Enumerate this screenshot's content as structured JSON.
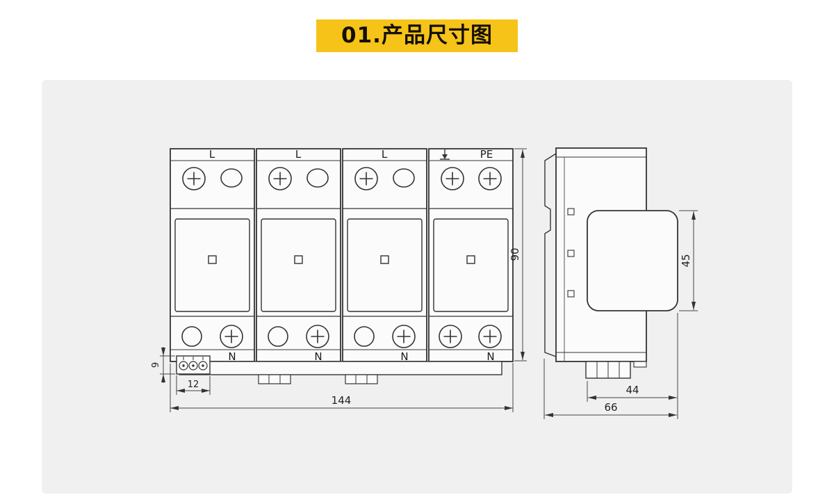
{
  "banner": {
    "title": "01.产品尺寸图"
  },
  "front_view": {
    "top_labels": [
      "L",
      "L",
      "L"
    ],
    "pe_label": "PE",
    "n_labels": [
      "N",
      "N",
      "N",
      "N"
    ],
    "dims": {
      "total_width": "144",
      "total_height": "90",
      "terminal_block_height": "9",
      "terminal_block_width": "12"
    }
  },
  "side_view": {
    "dims": {
      "module_depth": "44",
      "total_depth": "66",
      "module_height": "45"
    }
  },
  "colors": {
    "banner_bg": "#f6c319",
    "banner_text": "#141005",
    "panel_bg": "#f0f0f1",
    "line": "#333333"
  }
}
